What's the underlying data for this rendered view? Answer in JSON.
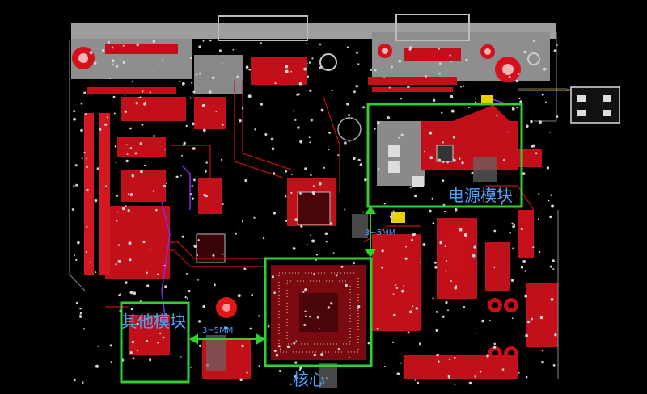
{
  "annotations": {
    "power_module": "电源模块",
    "core": "核心",
    "other_module": "其他模块",
    "spacing_top": "3~5MM",
    "spacing_left": "3~5MM"
  },
  "colors": {
    "background": "#000000",
    "copper_red": "#d4101c",
    "silk_grey": "#b9b9b9",
    "outline_green": "#2fd12f",
    "text_blue": "#4aa3ff",
    "trace_purple": "#8a2be2",
    "pad_yellow": "#e8d000"
  }
}
